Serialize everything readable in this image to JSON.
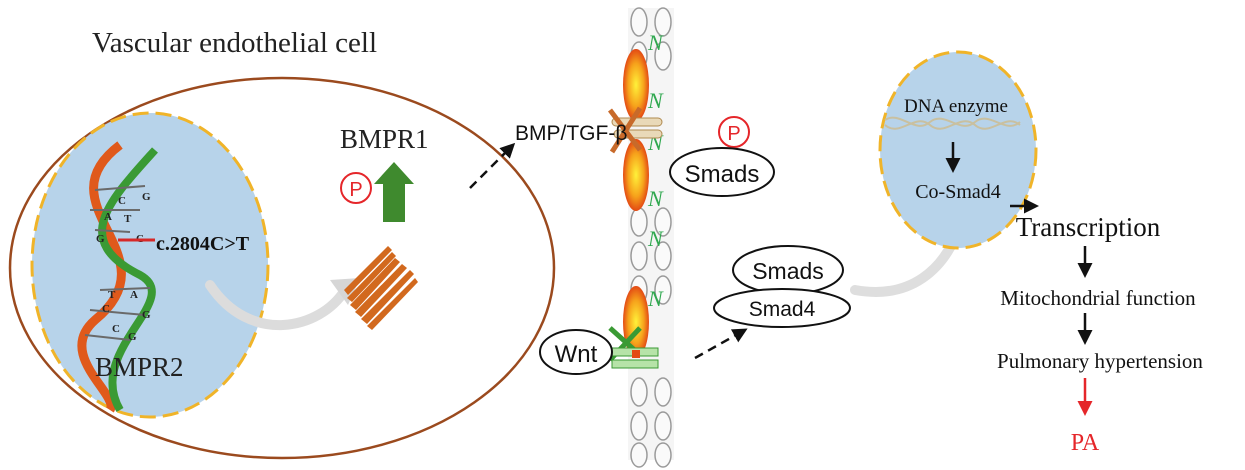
{
  "cell_title": "Vascular endothelial cell",
  "mutation_label": "c.2804C>T",
  "bmpr2_label": "BMPR2",
  "bmpr1_label": "BMPR1",
  "phospho_symbol": "P",
  "ligand_bmp": "BMP/TGF-β",
  "smads_membrane": "Smads",
  "wnt_label": "Wnt",
  "complex_smads": "Smads",
  "complex_smad4": "Smad4",
  "dna_enzyme": "DNA enzyme",
  "co_smad4": "Co-Smad4",
  "pathway_steps": [
    "Transcription",
    "Mitochondrial function",
    "Pulmonary hypertension",
    "PA"
  ],
  "colors": {
    "cell_border": "#9b4a1e",
    "nucleus_fill": "#b7d3ea",
    "nucleus_border": "#f0b429",
    "phospho": "#e5262a",
    "up_arrow": "#3f8a2e",
    "protein": "#d2691e",
    "pa_red": "#e5262a",
    "membrane_green": "#2fa84f"
  }
}
